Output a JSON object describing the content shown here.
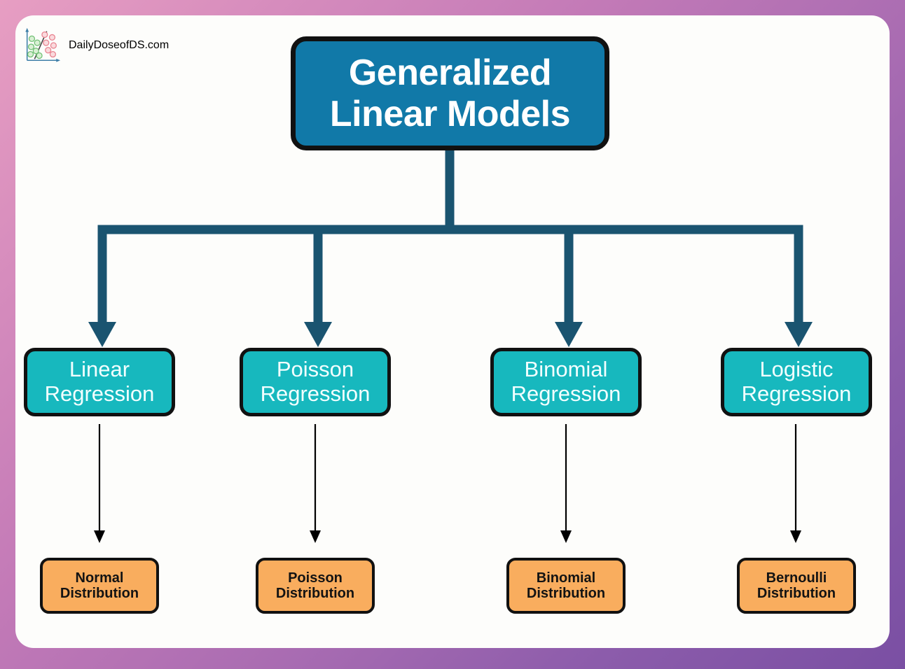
{
  "branding": {
    "site_name": "DailyDoseofDS.com",
    "logo_icon": "scatter-plot-classifier-icon"
  },
  "diagram": {
    "title": "Generalized\nLinear Models",
    "title_line1": "Generalized",
    "title_line2": "Linear Models",
    "models": [
      {
        "label": "Linear\nRegression",
        "distribution": "Normal\nDistribution"
      },
      {
        "label": "Poisson\nRegression",
        "distribution": "Poisson\nDistribution"
      },
      {
        "label": "Binomial\nRegression",
        "distribution": "Binomial\nDistribution"
      },
      {
        "label": "Logistic\nRegression",
        "distribution": "Bernoulli\nDistribution"
      }
    ]
  },
  "colors": {
    "root_box": "#1179a8",
    "model_box": "#17b8be",
    "distribution_box": "#f9ad5e",
    "connector": "#1a5470",
    "thin_arrow": "#000000",
    "border": "#111111",
    "frame_gradient_start": "#e79ec2",
    "frame_gradient_end": "#7a4fa3",
    "canvas": "#fdfdfb"
  }
}
